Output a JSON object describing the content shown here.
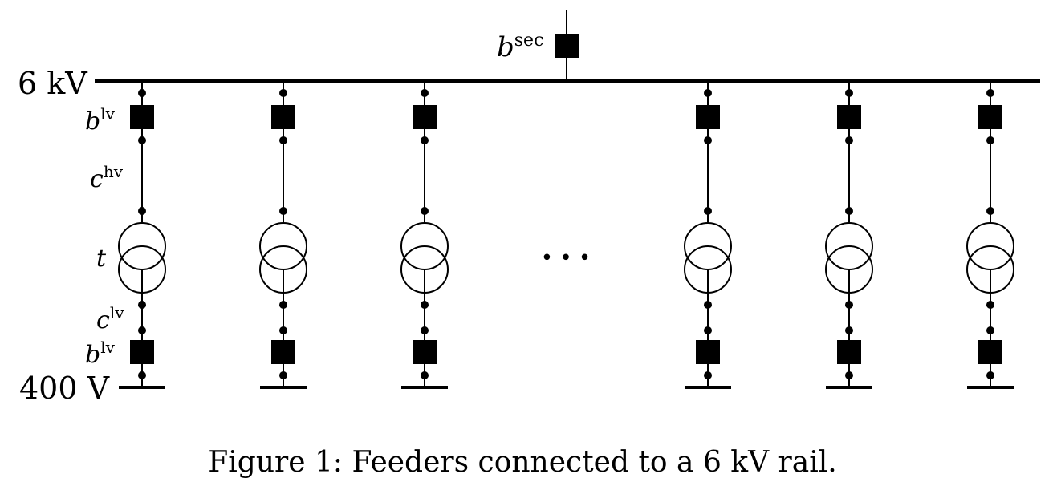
{
  "hv_rail_label": "6 kV",
  "lv_rail_label": "400 V",
  "sec_breaker_label": {
    "base": "b",
    "sup": "sec"
  },
  "lv_breaker_top_label": {
    "base": "b",
    "sup": "lv"
  },
  "hv_cable_label": {
    "base": "c",
    "sup": "hv"
  },
  "transformer_label": "t",
  "lv_cable_label": {
    "base": "c",
    "sup": "lv"
  },
  "lv_breaker_bottom_label": {
    "base": "b",
    "sup": "lv"
  },
  "ellipsis": "• • •",
  "caption": "Figure 1: Feeders connected to a 6 kV rail.",
  "feeder_count": 6,
  "colors": {
    "ink": "#000000",
    "background": "#ffffff"
  }
}
